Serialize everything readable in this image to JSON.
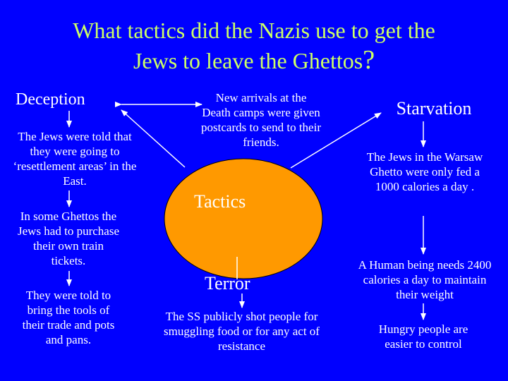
{
  "title": {
    "line1": "What tactics did the Nazis use to get the",
    "line2": "Jews to leave the Ghettos",
    "qmark": "?"
  },
  "deception": {
    "title": "Deception",
    "items": [
      "The Jews were told that they were going to ‘resettlement areas’ in the East.",
      "In some Ghettos the Jews had to purchase their own train tickets.",
      "They were told to bring the tools of their trade and pots and pans."
    ]
  },
  "center": {
    "postcards": "New arrivals at the Death camps were given postcards to send to their friends.",
    "tactics": "Tactics"
  },
  "terror": {
    "title": "Terror",
    "text": "The SS publicly shot people for smuggling food or for any act of resistance"
  },
  "starvation": {
    "title": "Starvation",
    "items": [
      "The Jews in the Warsaw Ghetto were only fed a 1000 calories a day .",
      "A Human being needs 2400 calories a day to maintain their weight",
      "Hungry people are easier to control"
    ]
  },
  "colors": {
    "background": "#0000ff",
    "title": "#ccff66",
    "ellipse": "#ff9900",
    "text": "#ffffff"
  }
}
